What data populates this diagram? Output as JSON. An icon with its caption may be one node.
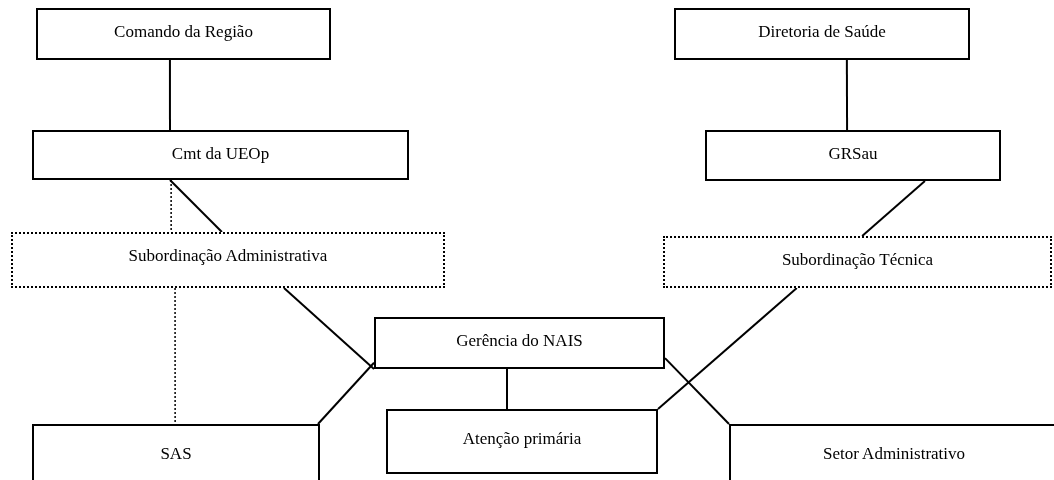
{
  "diagram": {
    "nodes": [
      {
        "text": [
          "Comando da Região"
        ]
      },
      {
        "text": [
          "Diretoria de Saúde"
        ]
      },
      {
        "text": [
          "Cmt da UEOp"
        ]
      },
      {
        "text": [
          "GRSau"
        ]
      },
      {
        "text": [
          "Subordinação Administrativa"
        ]
      },
      {
        "text": [
          "Subordinação Técnica"
        ]
      },
      {
        "text": [
          "Gerência do NAIS"
        ]
      },
      {
        "text": [
          "SAS"
        ]
      },
      {
        "text": [
          "Atenção primária"
        ]
      },
      {
        "text": [
          "Setor Administrativo"
        ]
      }
    ],
    "edges": [
      {
        "from": 0,
        "to": 2,
        "arrow": "none"
      },
      {
        "from": 1,
        "to": 3,
        "arrow": "none"
      },
      {
        "from": 2,
        "to": 4,
        "arrow": "none"
      },
      {
        "from": 2,
        "to": 4,
        "arrow": "none",
        "style": "dashed"
      },
      {
        "from": 3,
        "to": 5,
        "arrow": "none"
      },
      {
        "from": 4,
        "to": 6,
        "arrow": "none"
      },
      {
        "from": 7,
        "to": 6,
        "arrow": "none"
      },
      {
        "from": 4,
        "to": 7,
        "arrow": "none",
        "style": "dashed"
      },
      {
        "from": 5,
        "to": 8,
        "arrow": "none"
      },
      {
        "from": 6,
        "to": 8,
        "arrow": "none"
      },
      {
        "from": 6,
        "to": 9,
        "arrow": "none"
      }
    ]
  }
}
